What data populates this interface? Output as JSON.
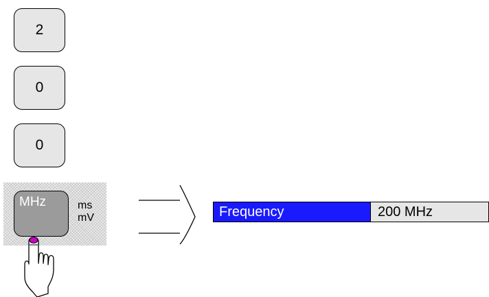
{
  "keypad": {
    "digit_keys": [
      "2",
      "0",
      "0"
    ],
    "unit_key": {
      "label": "MHz",
      "alt_label_top": "ms",
      "alt_label_bottom": "mV"
    }
  },
  "display_field": {
    "label": "Frequency",
    "value": "200 MHz"
  },
  "colors": {
    "field_label_bg": "#1a1aff",
    "field_value_bg": "#e6e6e6",
    "key_bg": "#e6e6e6",
    "pressed_key_bg": "#9b9b9b",
    "fingertip": "#cc00cc"
  },
  "icons": [
    "pointing-hand-icon",
    "arrow-icon"
  ]
}
